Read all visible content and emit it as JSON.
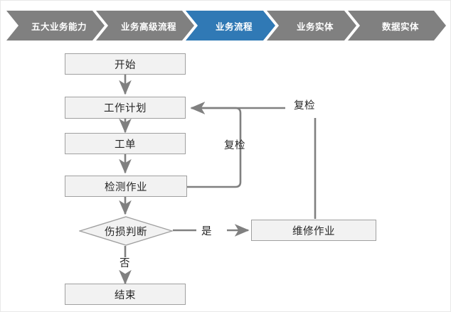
{
  "breadcrumb": {
    "name": "business-architecture-breadcrumb",
    "active_color": "#3079b5",
    "inactive_color": "#808080",
    "text_color": "#ffffff",
    "items": [
      {
        "label": "五大业务能力",
        "active": false
      },
      {
        "label": "业务高级流程",
        "active": false
      },
      {
        "label": "业务流程",
        "active": true
      },
      {
        "label": "业务实体",
        "active": false
      },
      {
        "label": "数据实体",
        "active": false
      }
    ]
  },
  "flowchart": {
    "name": "inspection-work-process-flowchart",
    "node_fill": "#f2f2f2",
    "node_border": "#a0a0a0",
    "connector_color": "#808080",
    "text_color": "#262626",
    "nodes": [
      {
        "id": "start",
        "label": "开始",
        "shape": "rect"
      },
      {
        "id": "work_plan",
        "label": "工作计划",
        "shape": "rect"
      },
      {
        "id": "work_order",
        "label": "工单",
        "shape": "rect"
      },
      {
        "id": "inspection",
        "label": "检测作业",
        "shape": "rect"
      },
      {
        "id": "decision",
        "label": "伤损判断",
        "shape": "diamond"
      },
      {
        "id": "repair",
        "label": "维修作业",
        "shape": "rect"
      },
      {
        "id": "end",
        "label": "结束",
        "shape": "rect"
      }
    ],
    "edge_labels": {
      "recheck_inner": "复检",
      "recheck_outer": "复检",
      "yes": "是",
      "no": "否"
    },
    "edges": [
      {
        "from": "start",
        "to": "work_plan",
        "label": ""
      },
      {
        "from": "work_plan",
        "to": "work_order",
        "label": ""
      },
      {
        "from": "work_order",
        "to": "inspection",
        "label": ""
      },
      {
        "from": "inspection",
        "to": "decision",
        "label": ""
      },
      {
        "from": "inspection",
        "to": "work_plan",
        "label": "复检"
      },
      {
        "from": "decision",
        "to": "repair",
        "label": "是"
      },
      {
        "from": "decision",
        "to": "end",
        "label": "否"
      },
      {
        "from": "repair",
        "to": "work_plan",
        "label": "复检"
      }
    ]
  }
}
